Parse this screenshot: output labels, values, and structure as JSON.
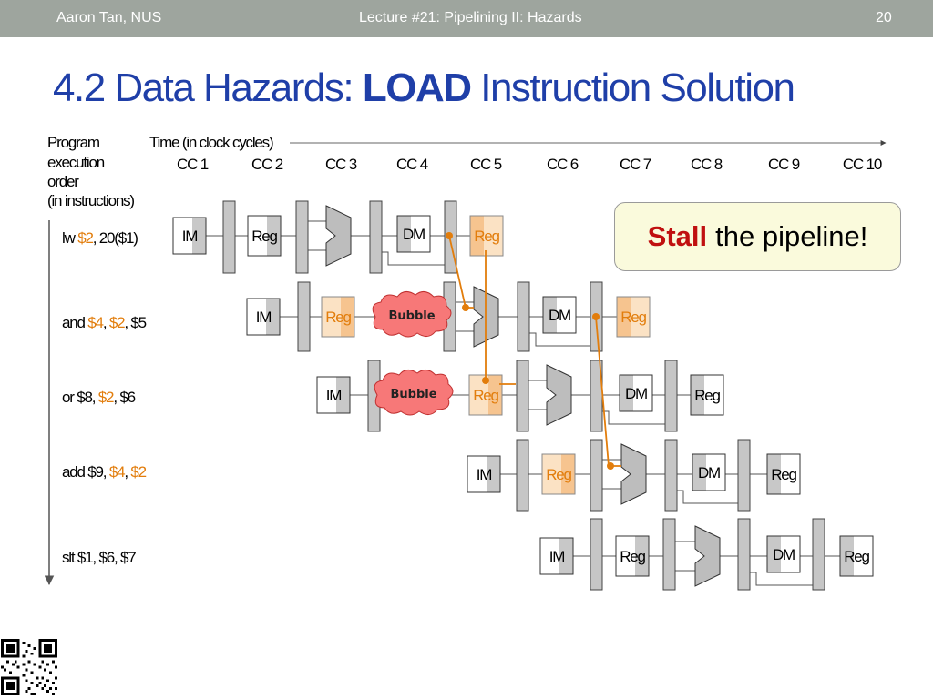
{
  "header": {
    "author": "Aaron Tan, NUS",
    "lecture": "Lecture #21: Pipelining II: Hazards",
    "page": "20"
  },
  "title": {
    "prefix": "4.2 Data Hazards: ",
    "bold": "LOAD",
    "suffix": " Instruction Solution"
  },
  "axis": {
    "y_label_lines": [
      "Program",
      "execution",
      "order",
      "(in instructions)"
    ],
    "x_label": "Time (in clock cycles)",
    "cycles": [
      "CC 1",
      "CC 2",
      "CC 3",
      "CC 4",
      "CC 5",
      "CC 6",
      "CC 7",
      "CC 8",
      "CC 9",
      "CC 10"
    ]
  },
  "instructions": [
    {
      "parts": [
        {
          "t": "lw "
        },
        {
          "t": "$2",
          "hl": true
        },
        {
          "t": ", 20($1)"
        }
      ]
    },
    {
      "parts": [
        {
          "t": "and "
        },
        {
          "t": "$4",
          "hl": true
        },
        {
          "t": ", "
        },
        {
          "t": "$2",
          "hl": true
        },
        {
          "t": ", $5"
        }
      ]
    },
    {
      "parts": [
        {
          "t": "or $8, "
        },
        {
          "t": "$2",
          "hl": true
        },
        {
          "t": ", $6"
        }
      ]
    },
    {
      "parts": [
        {
          "t": "add $9, "
        },
        {
          "t": "$4",
          "hl": true
        },
        {
          "t": ", "
        },
        {
          "t": "$2",
          "hl": true
        }
      ]
    },
    {
      "parts": [
        {
          "t": "slt $1, $6, $7"
        }
      ]
    }
  ],
  "stage_labels": {
    "im": "IM",
    "reg": "Reg",
    "dm": "DM"
  },
  "bubble_label": "Bubble",
  "callout": {
    "bold": "Stall",
    "text": "the pipeline!"
  },
  "colors": {
    "highlight": "#e27d0c",
    "hazard_reg_fill": "#fbe2c4",
    "bubble_fill": "#f77878",
    "title": "#1f3fa8"
  }
}
